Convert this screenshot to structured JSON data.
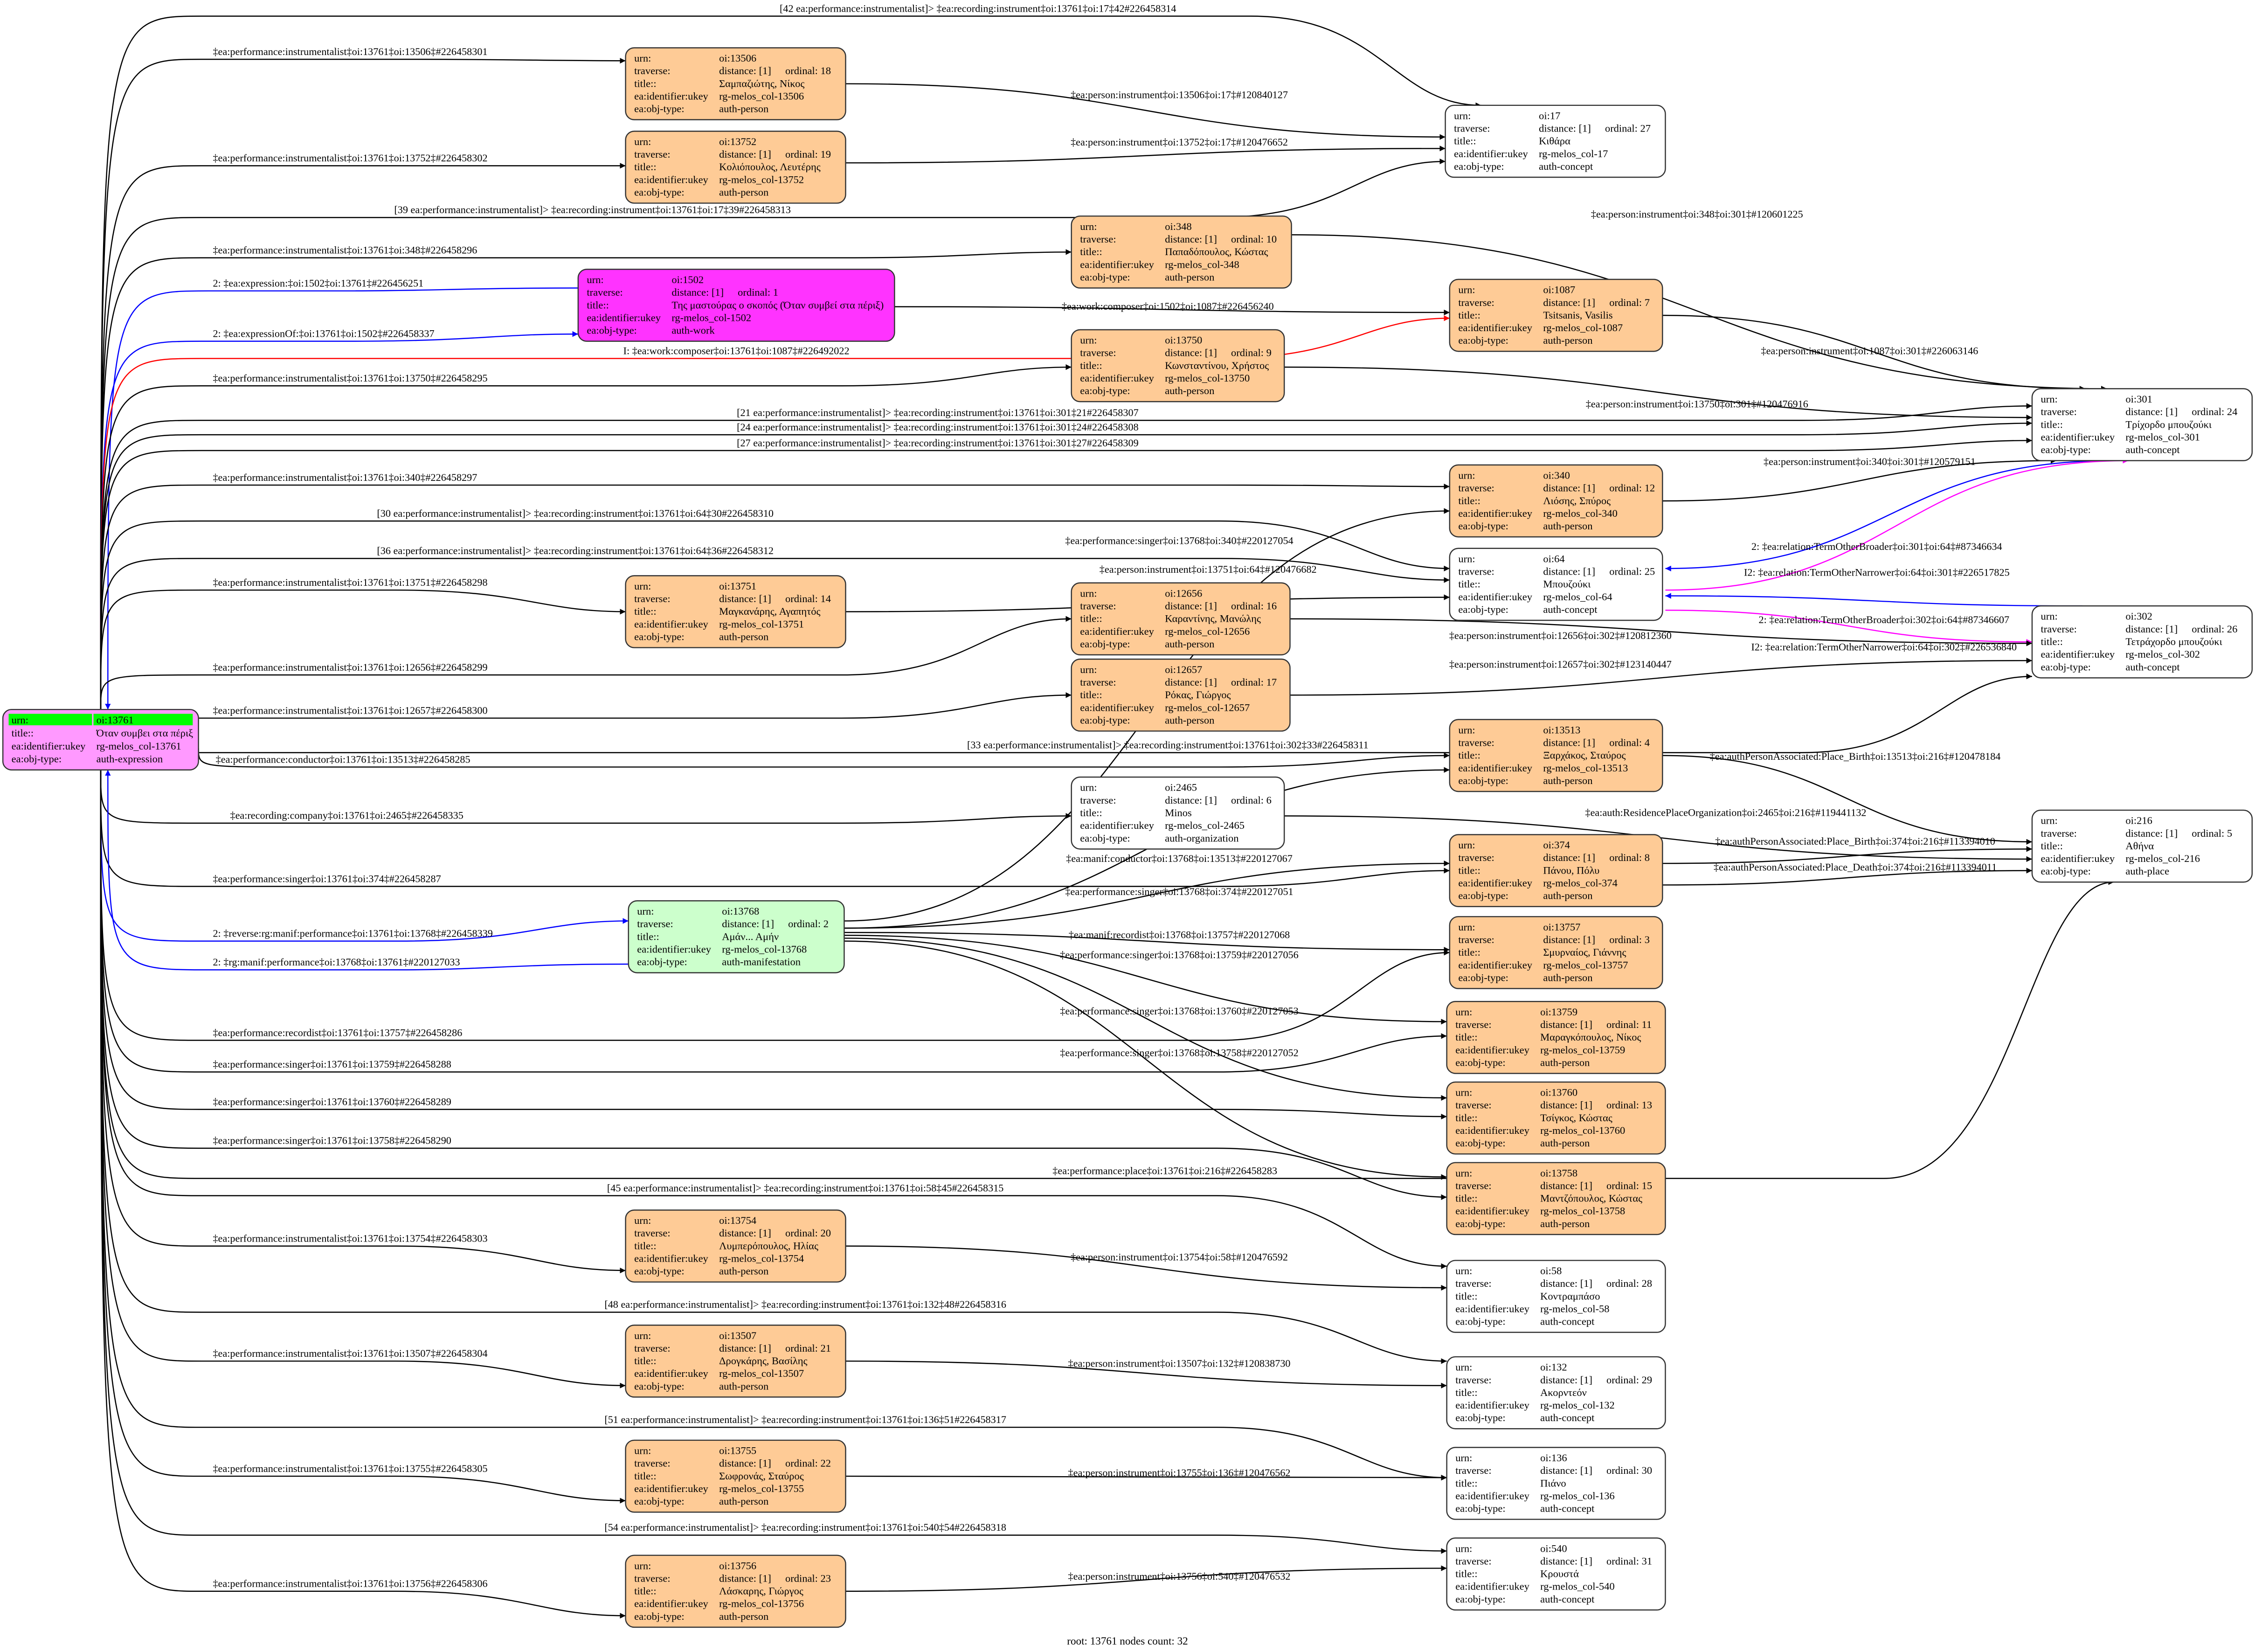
{
  "field_labels": {
    "urn": "urn:",
    "traverse": "traverse:",
    "title": "title::",
    "ukey": "ea:identifier:ukey",
    "type": "ea:obj-type:"
  },
  "colors": {
    "person": "#fecb96",
    "root": "#ff99ff",
    "root_header": "#00ff00",
    "work": "#ff33ff",
    "manifestation": "#ccffcc",
    "plain": "#ffffff",
    "edge_default": "#000000",
    "edge_blue": "#0000ff",
    "edge_red": "#ff0000",
    "edge_magenta": "#ff00ff"
  },
  "nodes": {
    "n13761": {
      "kind": "root",
      "urn": "oi:13761",
      "title": "Όταν συμβει στα πέριξ",
      "ukey": "rg-melos_col-13761",
      "type": "auth-expression"
    },
    "n13506": {
      "kind": "person",
      "urn": "oi:13506",
      "distance": "distance: [1]",
      "ordinal": "ordinal: 18",
      "title": "Σαμπαζιώτης, Νίκος",
      "ukey": "rg-melos_col-13506",
      "type": "auth-person"
    },
    "n13752": {
      "kind": "person",
      "urn": "oi:13752",
      "distance": "distance: [1]",
      "ordinal": "ordinal: 19",
      "title": "Κολιόπουλος, Λευτέρης",
      "ukey": "rg-melos_col-13752",
      "type": "auth-person"
    },
    "n17": {
      "kind": "plain",
      "urn": "oi:17",
      "distance": "distance: [1]",
      "ordinal": "ordinal: 27",
      "title": "Κιθάρα",
      "ukey": "rg-melos_col-17",
      "type": "auth-concept"
    },
    "n348": {
      "kind": "person",
      "urn": "oi:348",
      "distance": "distance: [1]",
      "ordinal": "ordinal: 10",
      "title": "Παπαδόπουλος, Κώστας",
      "ukey": "rg-melos_col-348",
      "type": "auth-person"
    },
    "n1502": {
      "kind": "work",
      "urn": "oi:1502",
      "distance": "distance: [1]",
      "ordinal": "ordinal: 1",
      "title": "Της μαστούρας ο σκοπός (Όταν συμβεί στα πέριξ)",
      "ukey": "rg-melos_col-1502",
      "type": "auth-work"
    },
    "n1087": {
      "kind": "person",
      "urn": "oi:1087",
      "distance": "distance: [1]",
      "ordinal": "ordinal: 7",
      "title": "Tsitsanis, Vasilis",
      "ukey": "rg-melos_col-1087",
      "type": "auth-person"
    },
    "n13750": {
      "kind": "person",
      "urn": "oi:13750",
      "distance": "distance: [1]",
      "ordinal": "ordinal: 9",
      "title": "Κωνσταντίνου, Χρήστος",
      "ukey": "rg-melos_col-13750",
      "type": "auth-person"
    },
    "n301": {
      "kind": "plain",
      "urn": "oi:301",
      "distance": "distance: [1]",
      "ordinal": "ordinal: 24",
      "title": "Τρίχορδο μπουζούκι",
      "ukey": "rg-melos_col-301",
      "type": "auth-concept"
    },
    "n340": {
      "kind": "person",
      "urn": "oi:340",
      "distance": "distance: [1]",
      "ordinal": "ordinal: 12",
      "title": "Λιόσης, Σπύρος",
      "ukey": "rg-melos_col-340",
      "type": "auth-person"
    },
    "n64": {
      "kind": "plain",
      "urn": "oi:64",
      "distance": "distance: [1]",
      "ordinal": "ordinal: 25",
      "title": "Μπουζούκι",
      "ukey": "rg-melos_col-64",
      "type": "auth-concept"
    },
    "n13751": {
      "kind": "person",
      "urn": "oi:13751",
      "distance": "distance: [1]",
      "ordinal": "ordinal: 14",
      "title": "Μαγκανάρης, Αγαπητός",
      "ukey": "rg-melos_col-13751",
      "type": "auth-person"
    },
    "n12656": {
      "kind": "person",
      "urn": "oi:12656",
      "distance": "distance: [1]",
      "ordinal": "ordinal: 16",
      "title": "Καραντίνης, Μανώλης",
      "ukey": "rg-melos_col-12656",
      "type": "auth-person"
    },
    "n302": {
      "kind": "plain",
      "urn": "oi:302",
      "distance": "distance: [1]",
      "ordinal": "ordinal: 26",
      "title": "Τετράχορδο μπουζούκι",
      "ukey": "rg-melos_col-302",
      "type": "auth-concept"
    },
    "n12657": {
      "kind": "person",
      "urn": "oi:12657",
      "distance": "distance: [1]",
      "ordinal": "ordinal: 17",
      "title": "Ρόκας, Γιώργος",
      "ukey": "rg-melos_col-12657",
      "type": "auth-person"
    },
    "n13513": {
      "kind": "person",
      "urn": "oi:13513",
      "distance": "distance: [1]",
      "ordinal": "ordinal: 4",
      "title": "Ξαρχάκος, Σταύρος",
      "ukey": "rg-melos_col-13513",
      "type": "auth-person"
    },
    "n2465": {
      "kind": "plain",
      "urn": "oi:2465",
      "distance": "distance: [1]",
      "ordinal": "ordinal: 6",
      "title": "Minos",
      "ukey": "rg-melos_col-2465",
      "type": "auth-organization"
    },
    "n216": {
      "kind": "plain",
      "urn": "oi:216",
      "distance": "distance: [1]",
      "ordinal": "ordinal: 5",
      "title": "Αθήνα",
      "ukey": "rg-melos_col-216",
      "type": "auth-place"
    },
    "n374": {
      "kind": "person",
      "urn": "oi:374",
      "distance": "distance: [1]",
      "ordinal": "ordinal: 8",
      "title": "Πάνου, Πόλυ",
      "ukey": "rg-melos_col-374",
      "type": "auth-person"
    },
    "n13768": {
      "kind": "manifestation",
      "urn": "oi:13768",
      "distance": "distance: [1]",
      "ordinal": "ordinal: 2",
      "title": "Αμάν... Αμήν",
      "ukey": "rg-melos_col-13768",
      "type": "auth-manifestation"
    },
    "n13757": {
      "kind": "person",
      "urn": "oi:13757",
      "distance": "distance: [1]",
      "ordinal": "ordinal: 3",
      "title": "Σμυρναίος, Γιάννης",
      "ukey": "rg-melos_col-13757",
      "type": "auth-person"
    },
    "n13759": {
      "kind": "person",
      "urn": "oi:13759",
      "distance": "distance: [1]",
      "ordinal": "ordinal: 11",
      "title": "Μαραγκόπουλος, Νίκος",
      "ukey": "rg-melos_col-13759",
      "type": "auth-person"
    },
    "n13760": {
      "kind": "person",
      "urn": "oi:13760",
      "distance": "distance: [1]",
      "ordinal": "ordinal: 13",
      "title": "Τσίγκος, Κώστας",
      "ukey": "rg-melos_col-13760",
      "type": "auth-person"
    },
    "n13758": {
      "kind": "person",
      "urn": "oi:13758",
      "distance": "distance: [1]",
      "ordinal": "ordinal: 15",
      "title": "Μαντζόπουλος, Κώστας",
      "ukey": "rg-melos_col-13758",
      "type": "auth-person"
    },
    "n13754": {
      "kind": "person",
      "urn": "oi:13754",
      "distance": "distance: [1]",
      "ordinal": "ordinal: 20",
      "title": "Λυμπερόπουλος, Ηλίας",
      "ukey": "rg-melos_col-13754",
      "type": "auth-person"
    },
    "n58": {
      "kind": "plain",
      "urn": "oi:58",
      "distance": "distance: [1]",
      "ordinal": "ordinal: 28",
      "title": "Κοντραμπάσο",
      "ukey": "rg-melos_col-58",
      "type": "auth-concept"
    },
    "n13507": {
      "kind": "person",
      "urn": "oi:13507",
      "distance": "distance: [1]",
      "ordinal": "ordinal: 21",
      "title": "Δρογκάρης, Βασίλης",
      "ukey": "rg-melos_col-13507",
      "type": "auth-person"
    },
    "n132": {
      "kind": "plain",
      "urn": "oi:132",
      "distance": "distance: [1]",
      "ordinal": "ordinal: 29",
      "title": "Ακορντεόν",
      "ukey": "rg-melos_col-132",
      "type": "auth-concept"
    },
    "n13755": {
      "kind": "person",
      "urn": "oi:13755",
      "distance": "distance: [1]",
      "ordinal": "ordinal: 22",
      "title": "Σωφρονάς, Σταύρος",
      "ukey": "rg-melos_col-13755",
      "type": "auth-person"
    },
    "n136": {
      "kind": "plain",
      "urn": "oi:136",
      "distance": "distance: [1]",
      "ordinal": "ordinal: 30",
      "title": "Πιάνο",
      "ukey": "rg-melos_col-136",
      "type": "auth-concept"
    },
    "n13756": {
      "kind": "person",
      "urn": "oi:13756",
      "distance": "distance: [1]",
      "ordinal": "ordinal: 23",
      "title": "Λάσκαρης, Γιώργος",
      "ukey": "rg-melos_col-13756",
      "type": "auth-person"
    },
    "n540": {
      "kind": "plain",
      "urn": "oi:540",
      "distance": "distance: [1]",
      "ordinal": "ordinal: 31",
      "title": "Κρουστά",
      "ukey": "rg-melos_col-540",
      "type": "auth-concept"
    }
  },
  "edges": [
    {
      "from": "n13761",
      "to": "n17",
      "color": "edge_default",
      "label": "[42 ea:performance:instrumentalist]> ‡ea:recording:instrument‡oi:13761‡oi:17‡42#226458314"
    },
    {
      "from": "n13761",
      "to": "n13506",
      "color": "edge_default",
      "label": "‡ea:performance:instrumentalist‡oi:13761‡oi:13506‡#226458301"
    },
    {
      "from": "n13761",
      "to": "n13752",
      "color": "edge_default",
      "label": "‡ea:performance:instrumentalist‡oi:13761‡oi:13752‡#226458302"
    },
    {
      "from": "n13761",
      "to": "n17",
      "color": "edge_default",
      "label": "[39 ea:performance:instrumentalist]> ‡ea:recording:instrument‡oi:13761‡oi:17‡39#226458313"
    },
    {
      "from": "n13761",
      "to": "n348",
      "color": "edge_default",
      "label": "‡ea:performance:instrumentalist‡oi:13761‡oi:348‡#226458296"
    },
    {
      "from": "n1502",
      "to": "n13761",
      "color": "edge_blue",
      "label": "2: ‡ea:expression:‡oi:1502‡oi:13761‡#226456251"
    },
    {
      "from": "n13761",
      "to": "n1502",
      "color": "edge_blue",
      "label": "2: ‡ea:expressionOf:‡oi:13761‡oi:1502‡#226458337"
    },
    {
      "from": "n13761",
      "to": "n1087",
      "color": "edge_red",
      "label": "I: ‡ea:work:composer‡oi:13761‡oi:1087‡#226492022"
    },
    {
      "from": "n13761",
      "to": "n13750",
      "color": "edge_default",
      "label": "‡ea:performance:instrumentalist‡oi:13761‡oi:13750‡#226458295"
    },
    {
      "from": "n13761",
      "to": "n301",
      "color": "edge_default",
      "label": "[21 ea:performance:instrumentalist]> ‡ea:recording:instrument‡oi:13761‡oi:301‡21#226458307"
    },
    {
      "from": "n13761",
      "to": "n301",
      "color": "edge_default",
      "label": "[24 ea:performance:instrumentalist]> ‡ea:recording:instrument‡oi:13761‡oi:301‡24#226458308"
    },
    {
      "from": "n13761",
      "to": "n301",
      "color": "edge_default",
      "label": "[27 ea:performance:instrumentalist]> ‡ea:recording:instrument‡oi:13761‡oi:301‡27#226458309"
    },
    {
      "from": "n13761",
      "to": "n340",
      "color": "edge_default",
      "label": "‡ea:performance:instrumentalist‡oi:13761‡oi:340‡#226458297"
    },
    {
      "from": "n13761",
      "to": "n64",
      "color": "edge_default",
      "label": "[30 ea:performance:instrumentalist]> ‡ea:recording:instrument‡oi:13761‡oi:64‡30#226458310"
    },
    {
      "from": "n13761",
      "to": "n64",
      "color": "edge_default",
      "label": "[36 ea:performance:instrumentalist]> ‡ea:recording:instrument‡oi:13761‡oi:64‡36#226458312"
    },
    {
      "from": "n13761",
      "to": "n13751",
      "color": "edge_default",
      "label": "‡ea:performance:instrumentalist‡oi:13761‡oi:13751‡#226458298"
    },
    {
      "from": "n13761",
      "to": "n12656",
      "color": "edge_default",
      "label": "‡ea:performance:instrumentalist‡oi:13761‡oi:12656‡#226458299"
    },
    {
      "from": "n13761",
      "to": "n12657",
      "color": "edge_default",
      "label": "‡ea:performance:instrumentalist‡oi:13761‡oi:12657‡#226458300"
    },
    {
      "from": "n13761",
      "to": "n302",
      "color": "edge_default",
      "label": "[33 ea:performance:instrumentalist]> ‡ea:recording:instrument‡oi:13761‡oi:302‡33#226458311"
    },
    {
      "from": "n13761",
      "to": "n13513",
      "color": "edge_default",
      "label": "‡ea:performance:conductor‡oi:13761‡oi:13513‡#226458285"
    },
    {
      "from": "n13761",
      "to": "n2465",
      "color": "edge_default",
      "label": "‡ea:recording:company‡oi:13761‡oi:2465‡#226458335"
    },
    {
      "from": "n13761",
      "to": "n374",
      "color": "edge_default",
      "label": "‡ea:performance:singer‡oi:13761‡oi:374‡#226458287"
    },
    {
      "from": "n13761",
      "to": "n13768",
      "color": "edge_blue",
      "label": "2: ‡reverse:rg:manif:performance‡oi:13761‡oi:13768‡#226458339"
    },
    {
      "from": "n13768",
      "to": "n13761",
      "color": "edge_blue",
      "label": "2: ‡rg:manif:performance‡oi:13768‡oi:13761‡#220127033"
    },
    {
      "from": "n13761",
      "to": "n13757",
      "color": "edge_default",
      "label": "‡ea:performance:recordist‡oi:13761‡oi:13757‡#226458286"
    },
    {
      "from": "n13761",
      "to": "n13759",
      "color": "edge_default",
      "label": "‡ea:performance:singer‡oi:13761‡oi:13759‡#226458288"
    },
    {
      "from": "n13761",
      "to": "n13760",
      "color": "edge_default",
      "label": "‡ea:performance:singer‡oi:13761‡oi:13760‡#226458289"
    },
    {
      "from": "n13761",
      "to": "n13758",
      "color": "edge_default",
      "label": "‡ea:performance:singer‡oi:13761‡oi:13758‡#226458290"
    },
    {
      "from": "n13761",
      "to": "n216",
      "color": "edge_default",
      "label": "‡ea:performance:place‡oi:13761‡oi:216‡#226458283"
    },
    {
      "from": "n13761",
      "to": "n58",
      "color": "edge_default",
      "label": "[45 ea:performance:instrumentalist]> ‡ea:recording:instrument‡oi:13761‡oi:58‡45#226458315"
    },
    {
      "from": "n13761",
      "to": "n13754",
      "color": "edge_default",
      "label": "‡ea:performance:instrumentalist‡oi:13761‡oi:13754‡#226458303"
    },
    {
      "from": "n13761",
      "to": "n132",
      "color": "edge_default",
      "label": "[48 ea:performance:instrumentalist]> ‡ea:recording:instrument‡oi:13761‡oi:132‡48#226458316"
    },
    {
      "from": "n13761",
      "to": "n13507",
      "color": "edge_default",
      "label": "‡ea:performance:instrumentalist‡oi:13761‡oi:13507‡#226458304"
    },
    {
      "from": "n13761",
      "to": "n136",
      "color": "edge_default",
      "label": "[51 ea:performance:instrumentalist]> ‡ea:recording:instrument‡oi:13761‡oi:136‡51#226458317"
    },
    {
      "from": "n13761",
      "to": "n13755",
      "color": "edge_default",
      "label": "‡ea:performance:instrumentalist‡oi:13761‡oi:13755‡#226458305"
    },
    {
      "from": "n13761",
      "to": "n540",
      "color": "edge_default",
      "label": "[54 ea:performance:instrumentalist]> ‡ea:recording:instrument‡oi:13761‡oi:540‡54#226458318"
    },
    {
      "from": "n13761",
      "to": "n13756",
      "color": "edge_default",
      "label": "‡ea:performance:instrumentalist‡oi:13761‡oi:13756‡#226458306"
    },
    {
      "from": "n13506",
      "to": "n17",
      "color": "edge_default",
      "label": "‡ea:person:instrument‡oi:13506‡oi:17‡#120840127"
    },
    {
      "from": "n13752",
      "to": "n17",
      "color": "edge_default",
      "label": "‡ea:person:instrument‡oi:13752‡oi:17‡#120476652"
    },
    {
      "from": "n348",
      "to": "n301",
      "color": "edge_default",
      "label": "‡ea:person:instrument‡oi:348‡oi:301‡#120601225"
    },
    {
      "from": "n1502",
      "to": "n1087",
      "color": "edge_default",
      "label": "‡ea:work:composer‡oi:1502‡oi:1087‡#226456240"
    },
    {
      "from": "n1087",
      "to": "n301",
      "color": "edge_default",
      "label": "‡ea:person:instrument‡oi:1087‡oi:301‡#226063146"
    },
    {
      "from": "n13750",
      "to": "n301",
      "color": "edge_default",
      "label": "‡ea:person:instrument‡oi:13750‡oi:301‡#120476916"
    },
    {
      "from": "n340",
      "to": "n301",
      "color": "edge_default",
      "label": "‡ea:person:instrument‡oi:340‡oi:301‡#120579151"
    },
    {
      "from": "n13768",
      "to": "n340",
      "color": "edge_default",
      "label": "‡ea:performance:singer‡oi:13768‡oi:340‡#220127054"
    },
    {
      "from": "n13751",
      "to": "n64",
      "color": "edge_default",
      "label": "‡ea:person:instrument‡oi:13751‡oi:64‡#120476682"
    },
    {
      "from": "n301",
      "to": "n64",
      "color": "edge_blue",
      "label": "2: ‡ea:relation:TermOtherBroader‡oi:301‡oi:64‡#87346634"
    },
    {
      "from": "n64",
      "to": "n301",
      "color": "edge_magenta",
      "label": "I2: ‡ea:relation:TermOtherNarrower‡oi:64‡oi:301‡#226517825"
    },
    {
      "from": "n302",
      "to": "n64",
      "color": "edge_blue",
      "label": "2: ‡ea:relation:TermOtherBroader‡oi:302‡oi:64‡#87346607"
    },
    {
      "from": "n64",
      "to": "n302",
      "color": "edge_magenta",
      "label": "I2: ‡ea:relation:TermOtherNarrower‡oi:64‡oi:302‡#226536840"
    },
    {
      "from": "n12656",
      "to": "n302",
      "color": "edge_default",
      "label": "‡ea:person:instrument‡oi:12656‡oi:302‡#120812360"
    },
    {
      "from": "n12657",
      "to": "n302",
      "color": "edge_default",
      "label": "‡ea:person:instrument‡oi:12657‡oi:302‡#123140447"
    },
    {
      "from": "n13513",
      "to": "n216",
      "color": "edge_default",
      "label": "‡ea:authPersonAssociated:Place_Birth‡oi:13513‡oi:216‡#120478184"
    },
    {
      "from": "n2465",
      "to": "n216",
      "color": "edge_default",
      "label": "‡ea:auth:ResidencePlaceOrganization‡oi:2465‡oi:216‡#119441132"
    },
    {
      "from": "n374",
      "to": "n216",
      "color": "edge_default",
      "label": "‡ea:authPersonAssociated:Place_Birth‡oi:374‡oi:216‡#113394010"
    },
    {
      "from": "n374",
      "to": "n216",
      "color": "edge_default",
      "label": "‡ea:authPersonAssociated:Place_Death‡oi:374‡oi:216‡#113394011"
    },
    {
      "from": "n13768",
      "to": "n13513",
      "color": "edge_default",
      "label": "‡ea:manif:conductor‡oi:13768‡oi:13513‡#220127067"
    },
    {
      "from": "n13768",
      "to": "n374",
      "color": "edge_default",
      "label": "‡ea:performance:singer‡oi:13768‡oi:374‡#220127051"
    },
    {
      "from": "n13768",
      "to": "n13757",
      "color": "edge_default",
      "label": "‡ea:manif:recordist‡oi:13768‡oi:13757‡#220127068"
    },
    {
      "from": "n13768",
      "to": "n13759",
      "color": "edge_default",
      "label": "‡ea:performance:singer‡oi:13768‡oi:13759‡#220127056"
    },
    {
      "from": "n13768",
      "to": "n13760",
      "color": "edge_default",
      "label": "‡ea:performance:singer‡oi:13768‡oi:13760‡#220127053"
    },
    {
      "from": "n13768",
      "to": "n13758",
      "color": "edge_default",
      "label": "‡ea:performance:singer‡oi:13768‡oi:13758‡#220127052"
    },
    {
      "from": "n13754",
      "to": "n58",
      "color": "edge_default",
      "label": "‡ea:person:instrument‡oi:13754‡oi:58‡#120476592"
    },
    {
      "from": "n13507",
      "to": "n132",
      "color": "edge_default",
      "label": "‡ea:person:instrument‡oi:13507‡oi:132‡#120838730"
    },
    {
      "from": "n13755",
      "to": "n136",
      "color": "edge_default",
      "label": "‡ea:person:instrument‡oi:13755‡oi:136‡#120476562"
    },
    {
      "from": "n13756",
      "to": "n540",
      "color": "edge_default",
      "label": "‡ea:person:instrument‡oi:13756‡oi:540‡#120476532"
    }
  ],
  "footer": "root: 13761 nodes count: 32"
}
